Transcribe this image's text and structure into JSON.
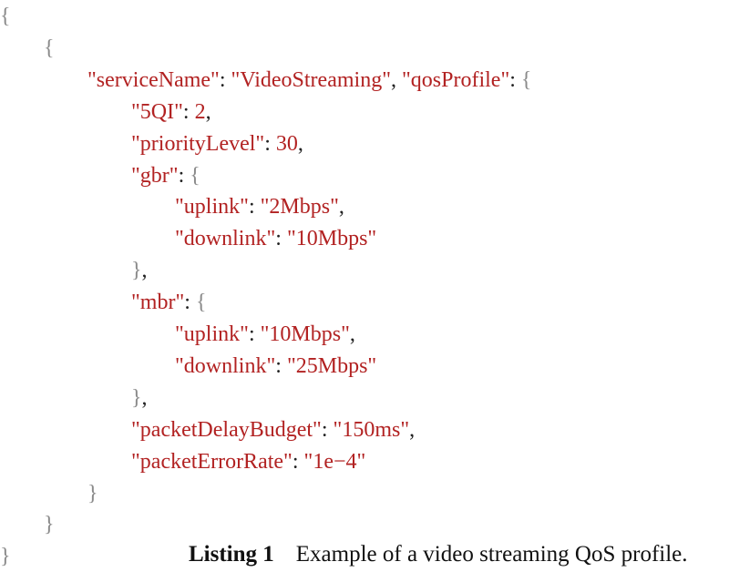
{
  "listing": {
    "lines": [
      {
        "indent": 0,
        "parts": [
          {
            "t": "{",
            "c": "brace"
          }
        ]
      },
      {
        "indent": 1,
        "parts": [
          {
            "t": "{",
            "c": "brace"
          }
        ]
      },
      {
        "indent": 2,
        "parts": [
          {
            "t": "\"serviceName\"",
            "c": "str"
          },
          {
            "t": ": ",
            "c": "punct"
          },
          {
            "t": "\"VideoStreaming\"",
            "c": "str"
          },
          {
            "t": ", ",
            "c": "punct"
          },
          {
            "t": "\"qosProfile\"",
            "c": "str"
          },
          {
            "t": ": ",
            "c": "punct"
          },
          {
            "t": "{",
            "c": "brace"
          }
        ]
      },
      {
        "indent": 3,
        "parts": [
          {
            "t": "\"5QI\"",
            "c": "str"
          },
          {
            "t": ": ",
            "c": "punct"
          },
          {
            "t": "2",
            "c": "num"
          },
          {
            "t": ",",
            "c": "punct"
          }
        ]
      },
      {
        "indent": 3,
        "parts": [
          {
            "t": "\"priorityLevel\"",
            "c": "str"
          },
          {
            "t": ": ",
            "c": "punct"
          },
          {
            "t": "30",
            "c": "num"
          },
          {
            "t": ",",
            "c": "punct"
          }
        ]
      },
      {
        "indent": 3,
        "parts": [
          {
            "t": "\"gbr\"",
            "c": "str"
          },
          {
            "t": ": ",
            "c": "punct"
          },
          {
            "t": "{",
            "c": "brace"
          }
        ]
      },
      {
        "indent": 4,
        "parts": [
          {
            "t": "\"uplink\"",
            "c": "str"
          },
          {
            "t": ": ",
            "c": "punct"
          },
          {
            "t": "\"2Mbps\"",
            "c": "str"
          },
          {
            "t": ",",
            "c": "punct"
          }
        ]
      },
      {
        "indent": 4,
        "parts": [
          {
            "t": "\"downlink\"",
            "c": "str"
          },
          {
            "t": ": ",
            "c": "punct"
          },
          {
            "t": "\"10Mbps\"",
            "c": "str"
          }
        ]
      },
      {
        "indent": 3,
        "parts": [
          {
            "t": "}",
            "c": "brace"
          },
          {
            "t": ",",
            "c": "punct"
          }
        ]
      },
      {
        "indent": 3,
        "parts": [
          {
            "t": "\"mbr\"",
            "c": "str"
          },
          {
            "t": ": ",
            "c": "punct"
          },
          {
            "t": "{",
            "c": "brace"
          }
        ]
      },
      {
        "indent": 4,
        "parts": [
          {
            "t": "\"uplink\"",
            "c": "str"
          },
          {
            "t": ": ",
            "c": "punct"
          },
          {
            "t": "\"10Mbps\"",
            "c": "str"
          },
          {
            "t": ",",
            "c": "punct"
          }
        ]
      },
      {
        "indent": 4,
        "parts": [
          {
            "t": "\"downlink\"",
            "c": "str"
          },
          {
            "t": ": ",
            "c": "punct"
          },
          {
            "t": "\"25Mbps\"",
            "c": "str"
          }
        ]
      },
      {
        "indent": 3,
        "parts": [
          {
            "t": "}",
            "c": "brace"
          },
          {
            "t": ",",
            "c": "punct"
          }
        ]
      },
      {
        "indent": 3,
        "parts": [
          {
            "t": "\"packetDelayBudget\"",
            "c": "str"
          },
          {
            "t": ": ",
            "c": "punct"
          },
          {
            "t": "\"150ms\"",
            "c": "str"
          },
          {
            "t": ",",
            "c": "punct"
          }
        ]
      },
      {
        "indent": 3,
        "parts": [
          {
            "t": "\"packetErrorRate\"",
            "c": "str"
          },
          {
            "t": ": ",
            "c": "punct"
          },
          {
            "t": "\"1e−4\"",
            "c": "str"
          }
        ]
      },
      {
        "indent": 2,
        "parts": [
          {
            "t": "}",
            "c": "brace"
          }
        ]
      },
      {
        "indent": 1,
        "parts": [
          {
            "t": "}",
            "c": "brace"
          }
        ]
      },
      {
        "indent": 0,
        "parts": [
          {
            "t": "}",
            "c": "brace"
          }
        ]
      }
    ]
  },
  "caption": {
    "label": "Listing 1",
    "text": "Example of a video streaming QoS profile."
  },
  "colors": {
    "str": "#b22222",
    "num": "#b22222",
    "brace": "#8a8a8a",
    "punct": "#222222"
  }
}
